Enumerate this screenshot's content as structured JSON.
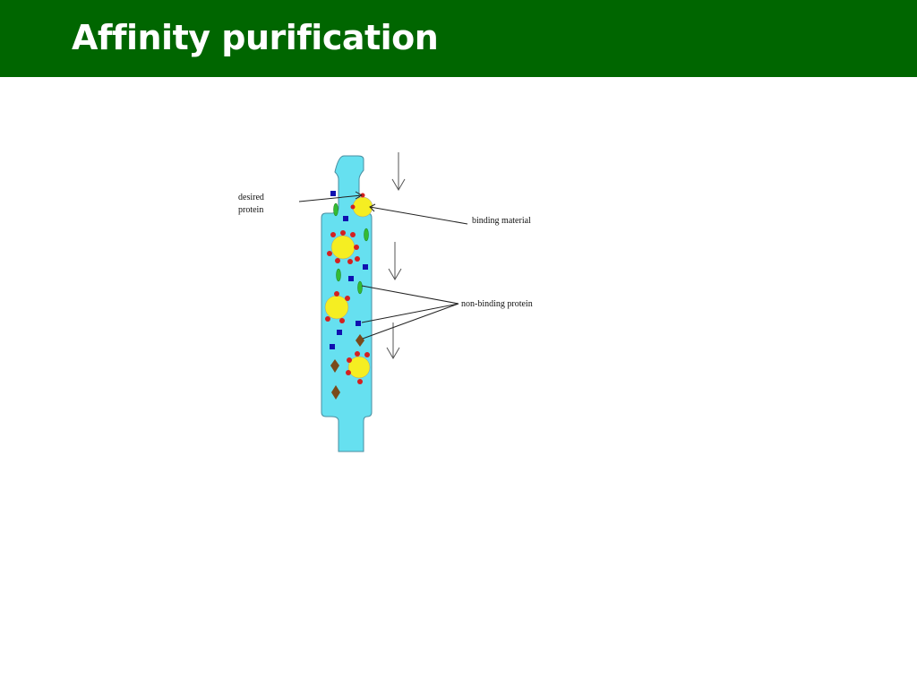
{
  "slide": {
    "title": "Affinity purification",
    "header_color": "#006600"
  },
  "diagram": {
    "labels": {
      "desired_line1": "desired",
      "desired_line2": "protein",
      "binding_material": "binding material",
      "non_binding_protein": "non-binding protein"
    },
    "colors": {
      "column_fill": "#66e0f0",
      "bead": "#f5ee22",
      "bound_protein": "#d42020",
      "square_protein": "#1010b0",
      "oval_protein": "#33bb33",
      "diamond_protein": "#7a4a1a"
    },
    "flow_direction": "down"
  }
}
